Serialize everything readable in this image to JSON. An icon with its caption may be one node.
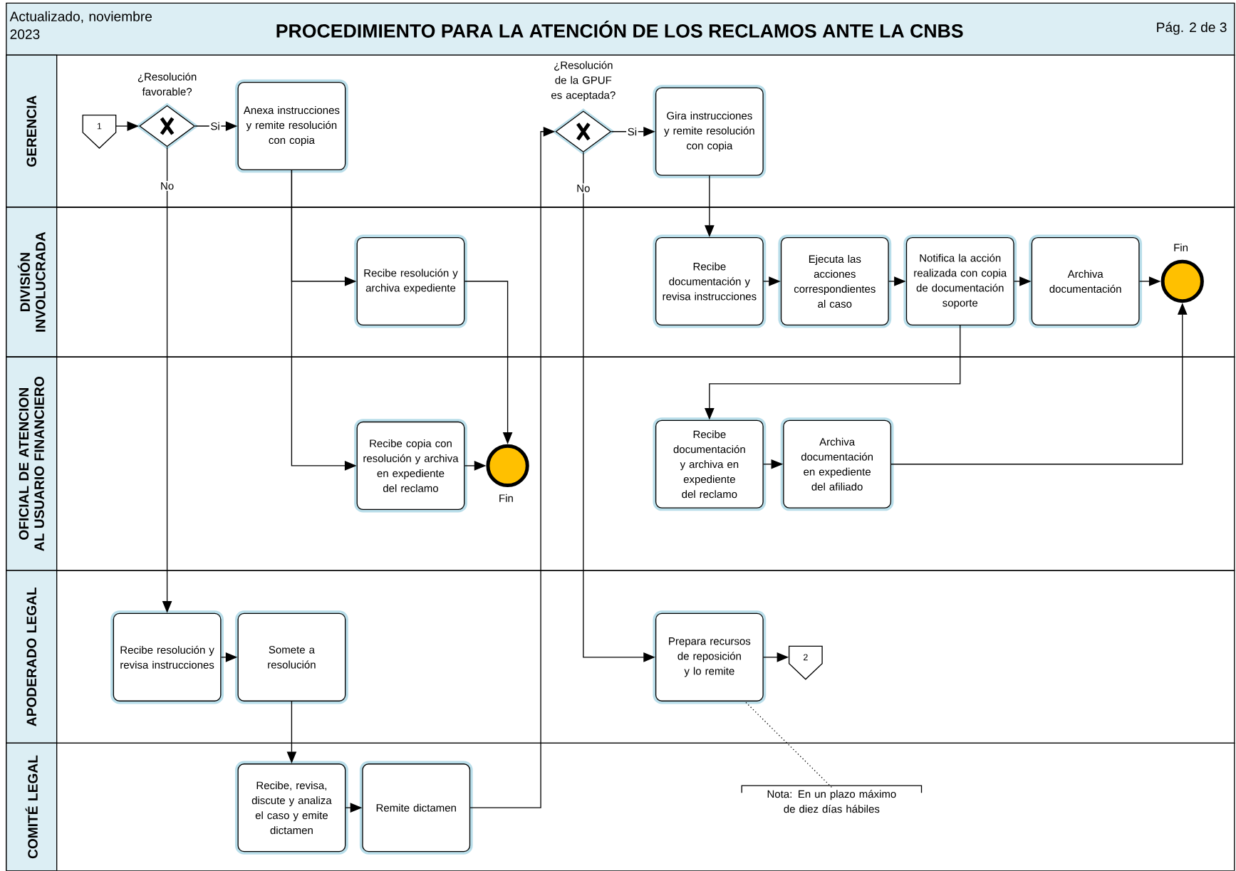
{
  "diagram": {
    "title": "PROCEDIMIENTO PARA LA ATENCIÓN DE LOS RECLAMOS ANTE LA CNBS",
    "nodes": [
      {
        "text": [
          "GERENCIA"
        ]
      },
      {
        "text": [
          "1"
        ],
        "in": 0
      },
      {
        "text": [
          "¿Resolución favorable?"
        ],
        "in": 0
      },
      {
        "text": [
          "Anexa instrucciones y remite resolución con copia"
        ],
        "in": 0
      },
      {
        "text": [
          "¿Resolución de la GPUF es aceptada?"
        ],
        "in": 0
      },
      {
        "text": [
          "Gira instrucciones y remite resolución con copia"
        ],
        "in": 0
      },
      {
        "text": [
          "DIVISIÓN INVOLUCRADA"
        ]
      },
      {
        "text": [
          "Recibe resolución y archiva expediente"
        ],
        "in": 6
      },
      {
        "text": [
          "Recibe documentación y revisa instrucciones"
        ],
        "in": 6
      },
      {
        "text": [
          "Ejecuta las acciones correspondientes al caso"
        ],
        "in": 6
      },
      {
        "text": [
          "Notifica la acción realizada con copia de documentación soporte"
        ],
        "in": 6
      },
      {
        "text": [
          "Archiva documentación"
        ],
        "in": 6
      },
      {
        "text": [
          "Fin"
        ],
        "in": 6
      },
      {
        "text": [
          "OFICIAL DE ATENCION AL USUARIO FINANCIERO"
        ]
      },
      {
        "text": [
          "Recibe copia con resolución y archiva en expediente del reclamo"
        ],
        "in": 13
      },
      {
        "text": [
          "Fin"
        ],
        "in": 13
      },
      {
        "text": [
          "Recibe documentación y archiva en expediente del reclamo"
        ],
        "in": 13
      },
      {
        "text": [
          "Archiva documentación en expediente del afiliado"
        ],
        "in": 13
      },
      {
        "text": [
          "APODERADO LEGAL"
        ]
      },
      {
        "text": [
          "Recibe resolución y revisa instrucciones"
        ],
        "in": 18
      },
      {
        "text": [
          "Somete a resolución"
        ],
        "in": 18
      },
      {
        "text": [
          "Prepara recursos de reposición y lo remite"
        ],
        "in": 18
      },
      {
        "text": [
          "2"
        ],
        "in": 18
      },
      {
        "text": [
          "COMITÉ LEGAL"
        ]
      },
      {
        "text": [
          "Recibe, revisa, discute y analiza el caso y emite dictamen"
        ],
        "in": 23
      },
      {
        "text": [
          "Remite dictamen"
        ],
        "in": 23
      },
      {
        "text": [
          "Nota: En un plazo máximo de diez días hábiles"
        ],
        "in": 23
      }
    ],
    "edges": [
      {
        "from": 1,
        "to": 2,
        "arrow": "to"
      },
      {
        "from": 2,
        "to": 3,
        "arrow": "to",
        "label": "Si"
      },
      {
        "from": 2,
        "to": 19,
        "arrow": "to",
        "label": "No"
      },
      {
        "from": 3,
        "to": 7,
        "arrow": "to"
      },
      {
        "from": 3,
        "to": 14,
        "arrow": "to"
      },
      {
        "from": 7,
        "to": 15,
        "arrow": "to"
      },
      {
        "from": 14,
        "to": 15,
        "arrow": "to"
      },
      {
        "from": 19,
        "to": 20,
        "arrow": "to"
      },
      {
        "from": 20,
        "to": 24,
        "arrow": "to"
      },
      {
        "from": 24,
        "to": 25,
        "arrow": "to"
      },
      {
        "from": 25,
        "to": 4,
        "arrow": "to"
      },
      {
        "from": 4,
        "to": 5,
        "arrow": "to",
        "label": "Si"
      },
      {
        "from": 4,
        "to": 21,
        "arrow": "to",
        "label": "No"
      },
      {
        "from": 5,
        "to": 8,
        "arrow": "to"
      },
      {
        "from": 8,
        "to": 9,
        "arrow": "to"
      },
      {
        "from": 9,
        "to": 10,
        "arrow": "to"
      },
      {
        "from": 10,
        "to": 11,
        "arrow": "to"
      },
      {
        "from": 11,
        "to": 12,
        "arrow": "to"
      },
      {
        "from": 10,
        "to": 16,
        "arrow": "to"
      },
      {
        "from": 16,
        "to": 17,
        "arrow": "to"
      },
      {
        "from": 17,
        "to": 12,
        "arrow": "to"
      },
      {
        "from": 21,
        "to": 22,
        "arrow": "to"
      },
      {
        "from": 26,
        "to": 21,
        "arrow": "none",
        "style": "dashed"
      }
    ],
    "labels": [
      "Actualizado, noviembre 2023",
      "Pág. 2 de 3"
    ]
  }
}
